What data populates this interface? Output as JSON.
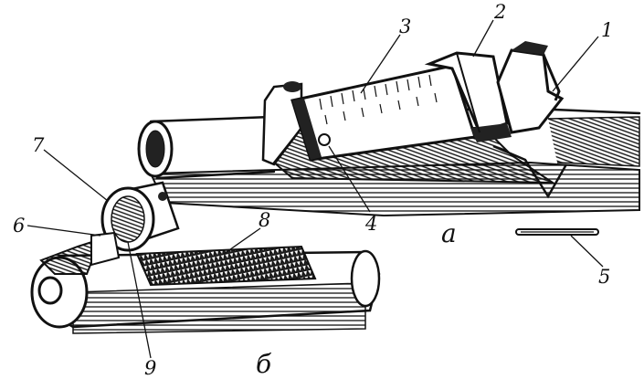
{
  "figure": {
    "callouts": [
      {
        "id": "c1",
        "text": "1"
      },
      {
        "id": "c2",
        "text": "2"
      },
      {
        "id": "c3",
        "text": "3"
      },
      {
        "id": "c4",
        "text": "4"
      },
      {
        "id": "c5",
        "text": "5"
      },
      {
        "id": "c6",
        "text": "6"
      },
      {
        "id": "c7",
        "text": "7"
      },
      {
        "id": "c8",
        "text": "8"
      },
      {
        "id": "c9",
        "text": "9"
      }
    ],
    "subfigures": {
      "a": "а",
      "b": "б"
    },
    "colors": {
      "ink": "#111111",
      "paper": "#ffffff"
    }
  }
}
